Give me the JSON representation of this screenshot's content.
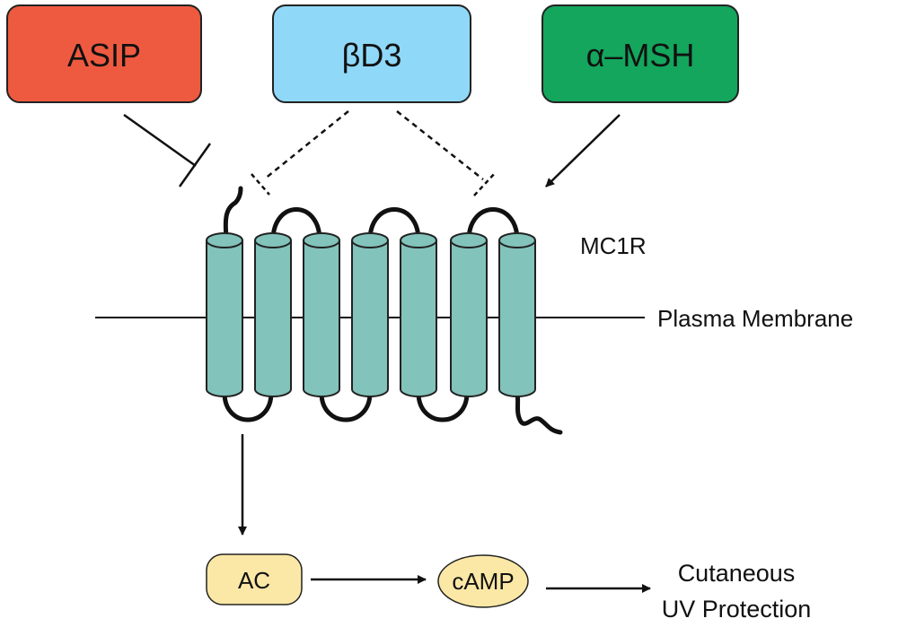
{
  "ligands": {
    "asip": {
      "label": "ASIP",
      "color": "#ee5a40"
    },
    "bd3": {
      "label": "βD3",
      "color": "#8fd8f8"
    },
    "amsh": {
      "label": "α–MSH",
      "color": "#13a65c"
    }
  },
  "receptor": {
    "label": "MC1R",
    "helix_color": "#82c3bb",
    "helix_count": 7
  },
  "membrane": {
    "label": "Plasma Membrane"
  },
  "pathway": {
    "ac": "AC",
    "camp": "cAMP",
    "node_color": "#fbe8a6",
    "outcome_line1": "Cutaneous",
    "outcome_line2": "UV Protection"
  }
}
